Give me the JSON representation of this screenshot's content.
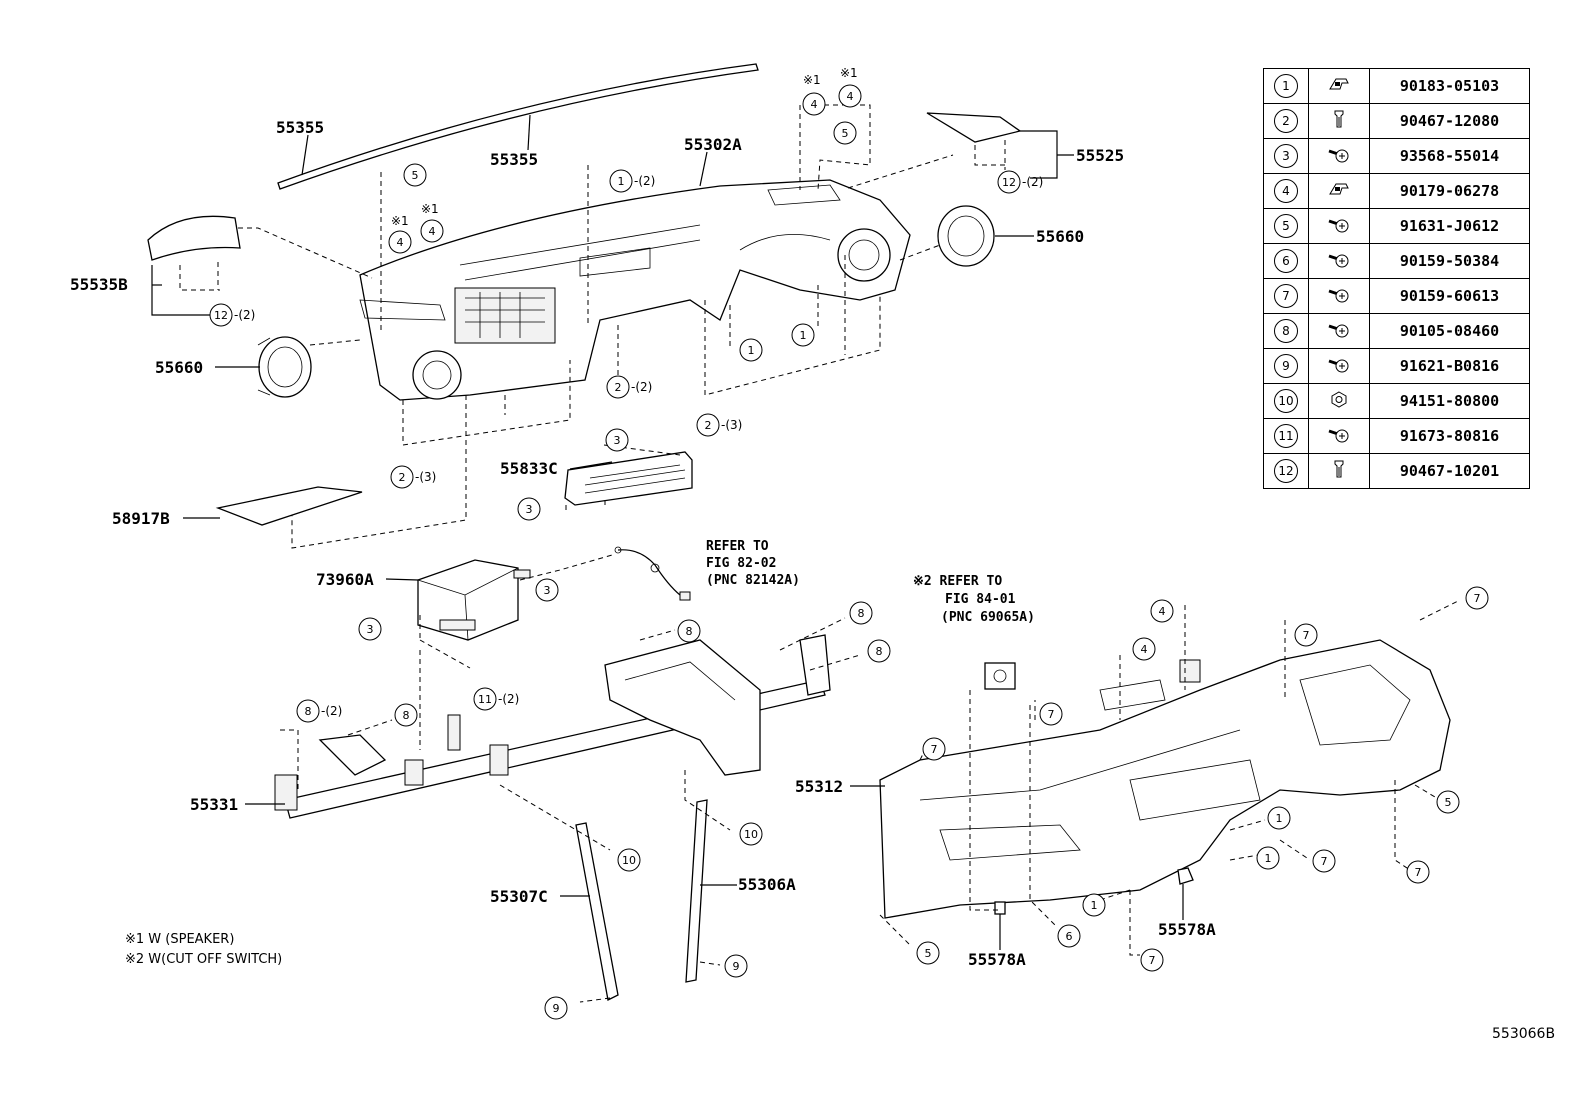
{
  "parts": {
    "p55355a": "55355",
    "p55355b": "55355",
    "p55302A": "55302A",
    "p55525": "55525",
    "p55660a": "55660",
    "p55660b": "55660",
    "p55535B": "55535B",
    "p55833C": "55833C",
    "p58917B": "58917B",
    "p73960A": "73960A",
    "p55331": "55331",
    "p55307C": "55307C",
    "p55306A": "55306A",
    "p55312": "55312",
    "p55578Aa": "55578A",
    "p55578Ab": "55578A"
  },
  "refs": {
    "ref1": [
      "REFER TO",
      "FIG 82-02",
      "(PNC 82142A)"
    ],
    "ref2": [
      "※2 REFER TO",
      "FIG 84-01",
      "(PNC 69065A)"
    ]
  },
  "footnotes": [
    "※1 W (SPEAKER)",
    "※2 W(CUT OFF SWITCH)"
  ],
  "asterisk1": "※1",
  "quantities": {
    "q2": "-(2)",
    "q3": "-(3)"
  },
  "fasteners": [
    {
      "num": "1",
      "icon": "clip-nut-icon",
      "part": "90183-05103"
    },
    {
      "num": "2",
      "icon": "push-clip-icon",
      "part": "90467-12080"
    },
    {
      "num": "3",
      "icon": "screw-icon",
      "part": "93568-55014"
    },
    {
      "num": "4",
      "icon": "clip-nut-icon",
      "part": "90179-06278"
    },
    {
      "num": "5",
      "icon": "screw-icon",
      "part": "91631-J0612"
    },
    {
      "num": "6",
      "icon": "screw-icon",
      "part": "90159-50384"
    },
    {
      "num": "7",
      "icon": "screw-icon",
      "part": "90159-60613"
    },
    {
      "num": "8",
      "icon": "screw-icon",
      "part": "90105-08460"
    },
    {
      "num": "9",
      "icon": "screw-icon",
      "part": "91621-B0816"
    },
    {
      "num": "10",
      "icon": "nut-icon",
      "part": "94151-80800"
    },
    {
      "num": "11",
      "icon": "screw-icon",
      "part": "91673-80816"
    },
    {
      "num": "12",
      "icon": "push-clip-icon",
      "part": "90467-10201"
    }
  ],
  "illustration_code": "553066B"
}
